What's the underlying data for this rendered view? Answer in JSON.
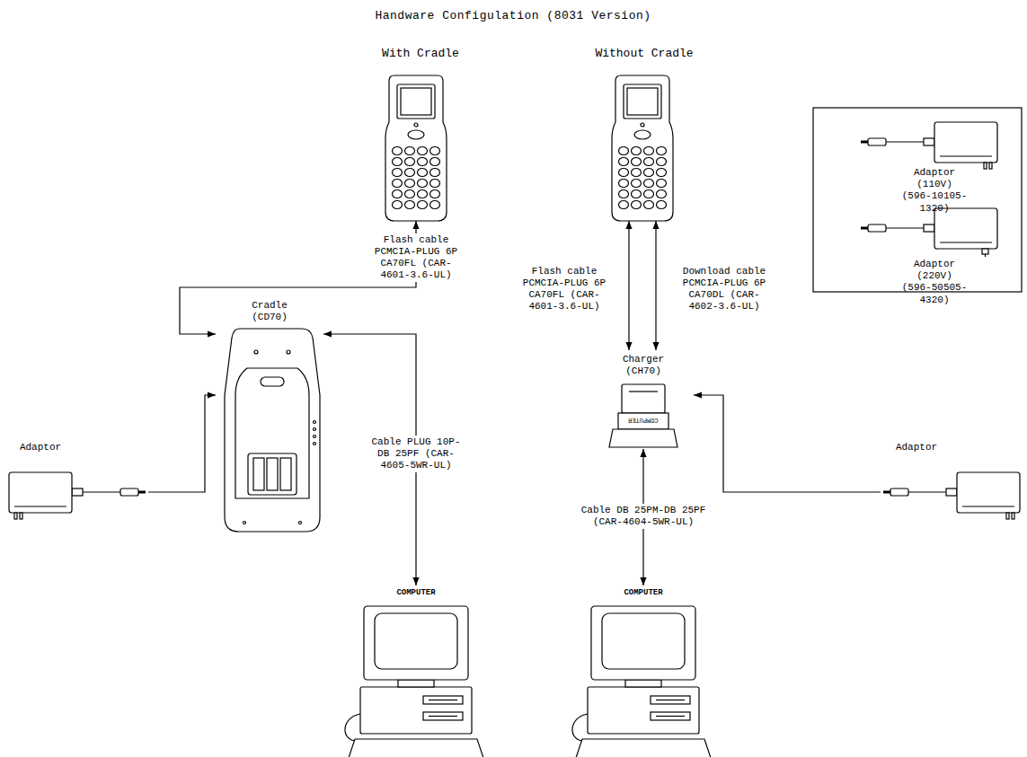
{
  "diagram": {
    "title": "Handware Configulation (8031 Version)",
    "nodes": [
      {
        "text": []
      },
      {
        "text": []
      },
      {
        "text": [
          "Adaptor (110V)",
          "(596-10105-1320)"
        ]
      },
      {
        "text": [
          "Adaptor (220V)",
          "(596-50505-4320)"
        ]
      },
      {
        "text": [
          "Cradle (CD70)"
        ]
      },
      {
        "text": [
          "Charger (CH70)"
        ]
      },
      {
        "text": [
          "Adaptor"
        ]
      },
      {
        "text": [
          "Adaptor"
        ]
      },
      {
        "text": [
          "COMPUTER"
        ]
      },
      {
        "text": [
          "COMPUTER"
        ]
      }
    ],
    "edges": [
      {
        "from": 0,
        "to": 4,
        "arrow": "both",
        "label": "Flash cable PCMCIA-PLUG 6P CA70FL (CAR-4601-3.6-UL)"
      },
      {
        "from": 6,
        "to": 4,
        "arrow": "to"
      },
      {
        "from": 4,
        "to": 8,
        "arrow": "both",
        "label": "Cable PLUG 10P-DB 25PF (CAR-4605-5WR-UL)"
      },
      {
        "from": 1,
        "to": 5,
        "arrow": "both",
        "label": "Flash cable PCMCIA-PLUG 6P CA70FL (CAR-4601-3.6-UL)"
      },
      {
        "from": 1,
        "to": 5,
        "arrow": "both",
        "label": "Download cable PCMCIA-PLUG 6P CA70DL (CAR-4602-3.6-UL)"
      },
      {
        "from": 5,
        "to": 9,
        "arrow": "both",
        "label": "Cable DB 25PM-DB 25PF (CAR-4604-5WR-UL)"
      },
      {
        "from": 7,
        "to": 5,
        "arrow": "to"
      }
    ],
    "labels": [
      "With Cradle",
      "Without Cradle",
      "COMPUTER"
    ]
  }
}
